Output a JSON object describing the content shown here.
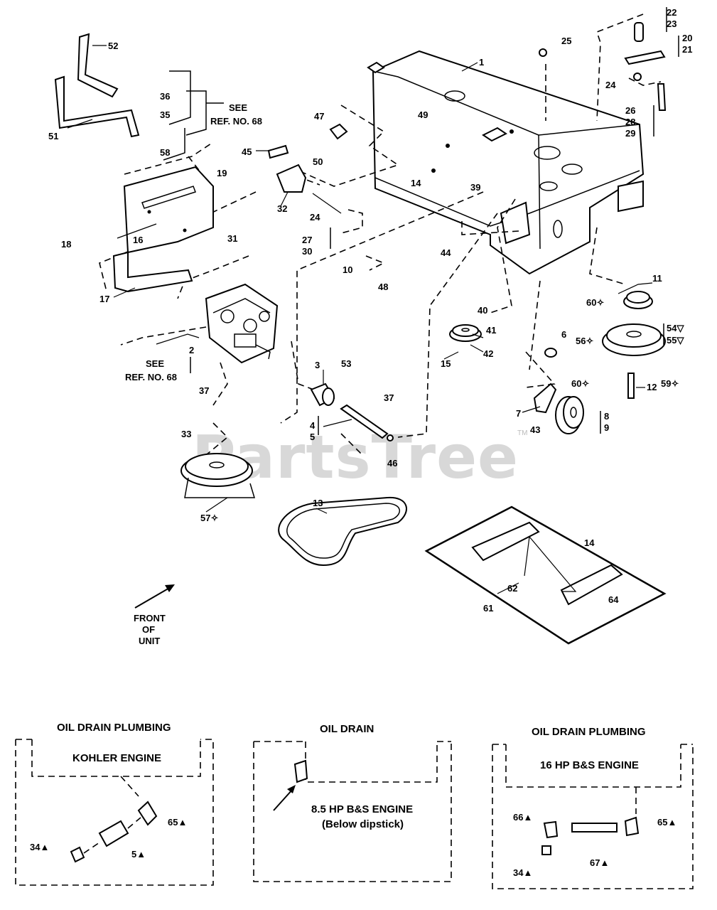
{
  "watermark": "PartsTree",
  "watermark_tm": "TM",
  "callouts": {
    "c1": "1",
    "c2": "2",
    "c3": "3",
    "c4": "4",
    "c5": "5",
    "c6": "6",
    "c7": "7",
    "c8": "8",
    "c9": "9",
    "c10": "10",
    "c11": "11",
    "c12": "12",
    "c13": "13",
    "c14a": "14",
    "c14b": "14",
    "c15": "15",
    "c16": "16",
    "c17": "17",
    "c18": "18",
    "c19": "19",
    "c20": "20",
    "c21": "21",
    "c22": "22",
    "c23": "23",
    "c24a": "24",
    "c24b": "24",
    "c25": "25",
    "c26": "26",
    "c27": "27",
    "c28": "28",
    "c29": "29",
    "c30": "30",
    "c31": "31",
    "c32": "32",
    "c33": "33",
    "c35": "35",
    "c36": "36",
    "c37a": "37",
    "c37b": "37",
    "c39": "39",
    "c40": "40",
    "c41": "41",
    "c42": "42",
    "c43": "43",
    "c44": "44",
    "c45": "45",
    "c46": "46",
    "c47": "47",
    "c48": "48",
    "c49": "49",
    "c50": "50",
    "c51": "51",
    "c52": "52",
    "c53": "53",
    "c54": "54▽",
    "c55": "55▽",
    "c56": "56✧",
    "c57": "57✧",
    "c58": "58",
    "c59": "59✧",
    "c60a": "60✧",
    "c60b": "60✧",
    "c61": "61",
    "c62": "62",
    "c64": "64"
  },
  "see_ref_top": [
    "SEE",
    "REF. NO. 68"
  ],
  "see_ref_mid": [
    "SEE",
    "REF. NO. 68"
  ],
  "front_label": [
    "FRONT",
    "OF",
    "UNIT"
  ],
  "insets": {
    "kohler": {
      "title": "OIL DRAIN PLUMBING",
      "engine": "KOHLER ENGINE",
      "c34": "34▲",
      "c5": "5▲",
      "c65": "65▲"
    },
    "oil_drain": {
      "title": "OIL DRAIN",
      "engine": "8.5 HP B&S ENGINE",
      "note": "(Below dipstick)"
    },
    "bs16": {
      "title": "OIL DRAIN PLUMBING",
      "engine": "16 HP B&S ENGINE",
      "c66": "66▲",
      "c65": "65▲",
      "c34": "34▲",
      "c67": "67▲"
    }
  }
}
